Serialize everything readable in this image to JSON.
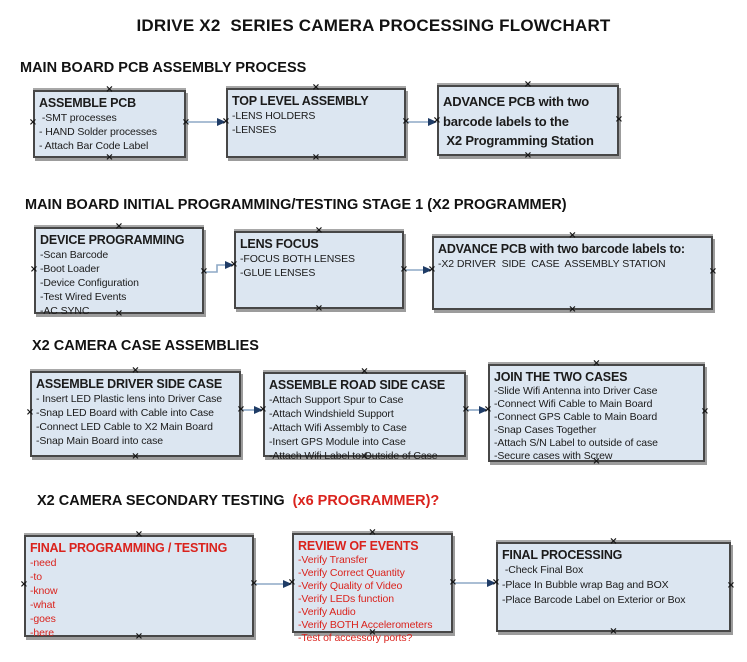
{
  "title": "IDRIVE X2  SERIES CAMERA PROCESSING FLOWCHART",
  "colors": {
    "box_fill": "#dce6f1",
    "box_border": "#474747",
    "box_shadow": "#9c9c9c",
    "arrow_line": "#8ea9c6",
    "arrow_head": "#1f3c66",
    "red_text": "#da231d",
    "black_text": "#1b1b1b"
  },
  "sections": [
    {
      "heading": "MAIN BOARD PCB ASSEMBLY PROCESS",
      "boxes": [
        {
          "title": "ASSEMBLE PCB",
          "items": [
            " -SMT processes",
            "- HAND Solder processes",
            "- Attach Bar Code Label"
          ]
        },
        {
          "title": "TOP LEVEL ASSEMBLY",
          "items": [
            "-LENS HOLDERS",
            "-LENSES"
          ]
        },
        {
          "title": "ADVANCE PCB with two\nbarcode labels to the\n X2 Programming Station",
          "items": []
        }
      ]
    },
    {
      "heading": "MAIN BOARD INITIAL PROGRAMMING/TESTING STAGE 1 (X2 PROGRAMMER)",
      "boxes": [
        {
          "title": "DEVICE PROGRAMMING",
          "items": [
            "-Scan Barcode",
            "-Boot Loader",
            "-Device Configuration",
            "-Test Wired Events",
            "-AC SYNC"
          ]
        },
        {
          "title": "LENS FOCUS",
          "items": [
            "-FOCUS BOTH LENSES",
            "-GLUE LENSES"
          ]
        },
        {
          "title": "ADVANCE PCB with two barcode labels to:",
          "items": [
            "-X2 DRIVER  SIDE  CASE  ASSEMBLY STATION"
          ]
        }
      ]
    },
    {
      "heading": "X2 CAMERA CASE ASSEMBLIES",
      "boxes": [
        {
          "title": "ASSEMBLE DRIVER SIDE CASE",
          "items": [
            "- Insert LED Plastic lens into Driver Case",
            "-Snap LED Board with Cable into Case",
            "-Connect LED Cable to X2 Main Board",
            "-Snap Main Board into case"
          ]
        },
        {
          "title": "ASSEMBLE ROAD SIDE CASE",
          "items": [
            "-Attach Support Spur to Case",
            "-Attach Windshield Support",
            "-Attach Wifi Assembly to Case",
            "-Insert GPS Module into Case",
            "-Attach Wifi Label to Outside of Case"
          ]
        },
        {
          "title": "JOIN THE TWO CASES",
          "items": [
            "-Slide Wifi Antenna into Driver Case",
            "-Connect Wifi Cable to Main Board",
            "-Connect GPS Cable to Main Board",
            "-Snap Cases Together",
            "-Attach S/N Label to outside of case",
            "-Secure cases with Screw"
          ]
        }
      ]
    },
    {
      "heading": "X2 CAMERA SECONDARY TESTING  ",
      "heading_red": "(x6 PROGRAMMER)?",
      "boxes": [
        {
          "title": "FINAL PROGRAMMING / TESTING",
          "red": true,
          "items": [
            "-need",
            "-to",
            "-know",
            "-what",
            "-goes",
            "-here"
          ]
        },
        {
          "title": "REVIEW OF EVENTS",
          "red": true,
          "items": [
            "-Verify Transfer",
            "-Verify Correct Quantity",
            "-Verify Quality of Video",
            "-Verify LEDs function",
            "-Verify Audio",
            "-Verify BOTH Accelerometers",
            "-Test of accessory ports?"
          ]
        },
        {
          "title": "FINAL PROCESSING",
          "items": [
            " -Check Final Box",
            "-Place In Bubble wrap Bag and BOX",
            "-Place Barcode Label on Exterior or Box"
          ]
        }
      ]
    }
  ]
}
